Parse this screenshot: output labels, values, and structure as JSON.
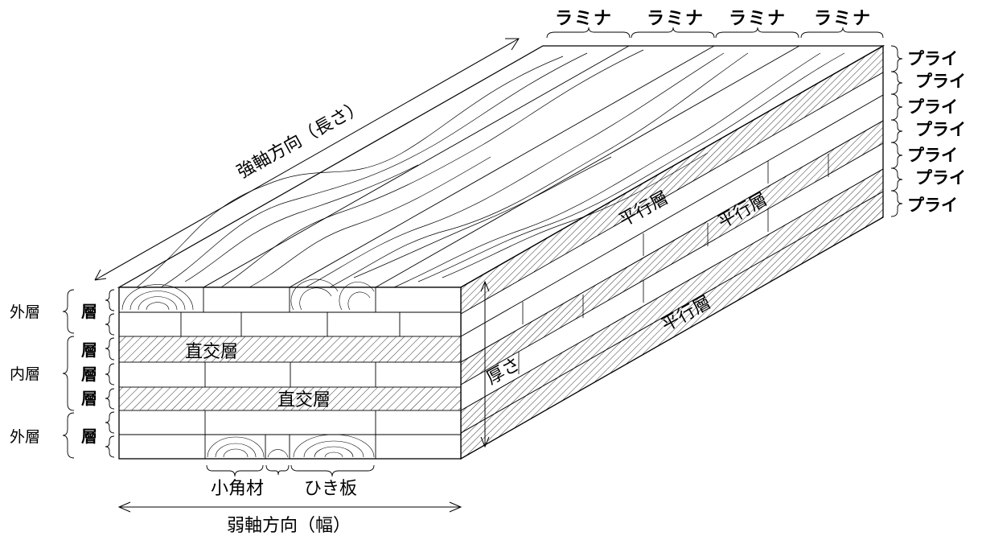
{
  "figure": {
    "labels": {
      "lamina": [
        "ラミナ",
        "ラミナ",
        "ラミナ",
        "ラミナ"
      ],
      "ply": [
        "プライ",
        "プライ",
        "プライ",
        "プライ",
        "プライ",
        "プライ",
        "プライ"
      ],
      "strong_axis": "強軸方向（長さ）",
      "weak_axis": "弱軸方向（幅）",
      "thickness": "厚さ",
      "parallel_layers": [
        "平行層",
        "平行層",
        "平行層"
      ],
      "cross_layers": [
        "直交層",
        "直交層"
      ],
      "outer_layer": "外層",
      "inner_layer": "内層",
      "layer_mark": "層",
      "small_square": "小角材",
      "sawn_board": "ひき板"
    }
  }
}
